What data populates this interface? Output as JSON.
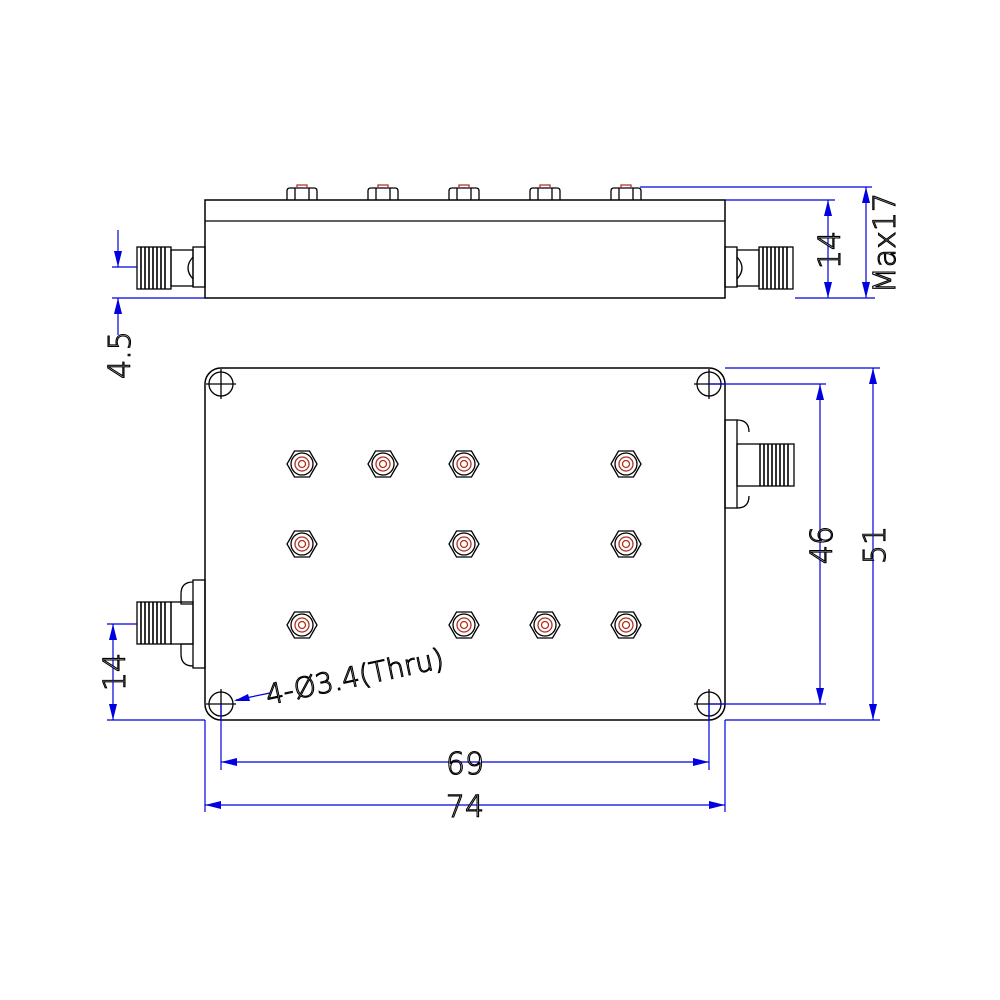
{
  "title": "Filter outline drawing",
  "colors": {
    "outline": "#000000",
    "dimension": "#0000e0",
    "screw": "#b03020"
  },
  "top_view": {
    "dims": {
      "height": "14",
      "max_height": "Max17",
      "connector_offset": "4.5"
    },
    "screw_count": 5
  },
  "bottom_view": {
    "dims": {
      "hole_pitch_vertical": "46",
      "width": "51",
      "connector_offset": "14",
      "hole_pitch_horizontal": "69",
      "length": "74"
    },
    "hole_note": "4-Ø3.4(Thru)",
    "screw_rows": [
      [
        1,
        2,
        3,
        5
      ],
      [
        1,
        3,
        5
      ],
      [
        1,
        3,
        4,
        5
      ]
    ]
  }
}
